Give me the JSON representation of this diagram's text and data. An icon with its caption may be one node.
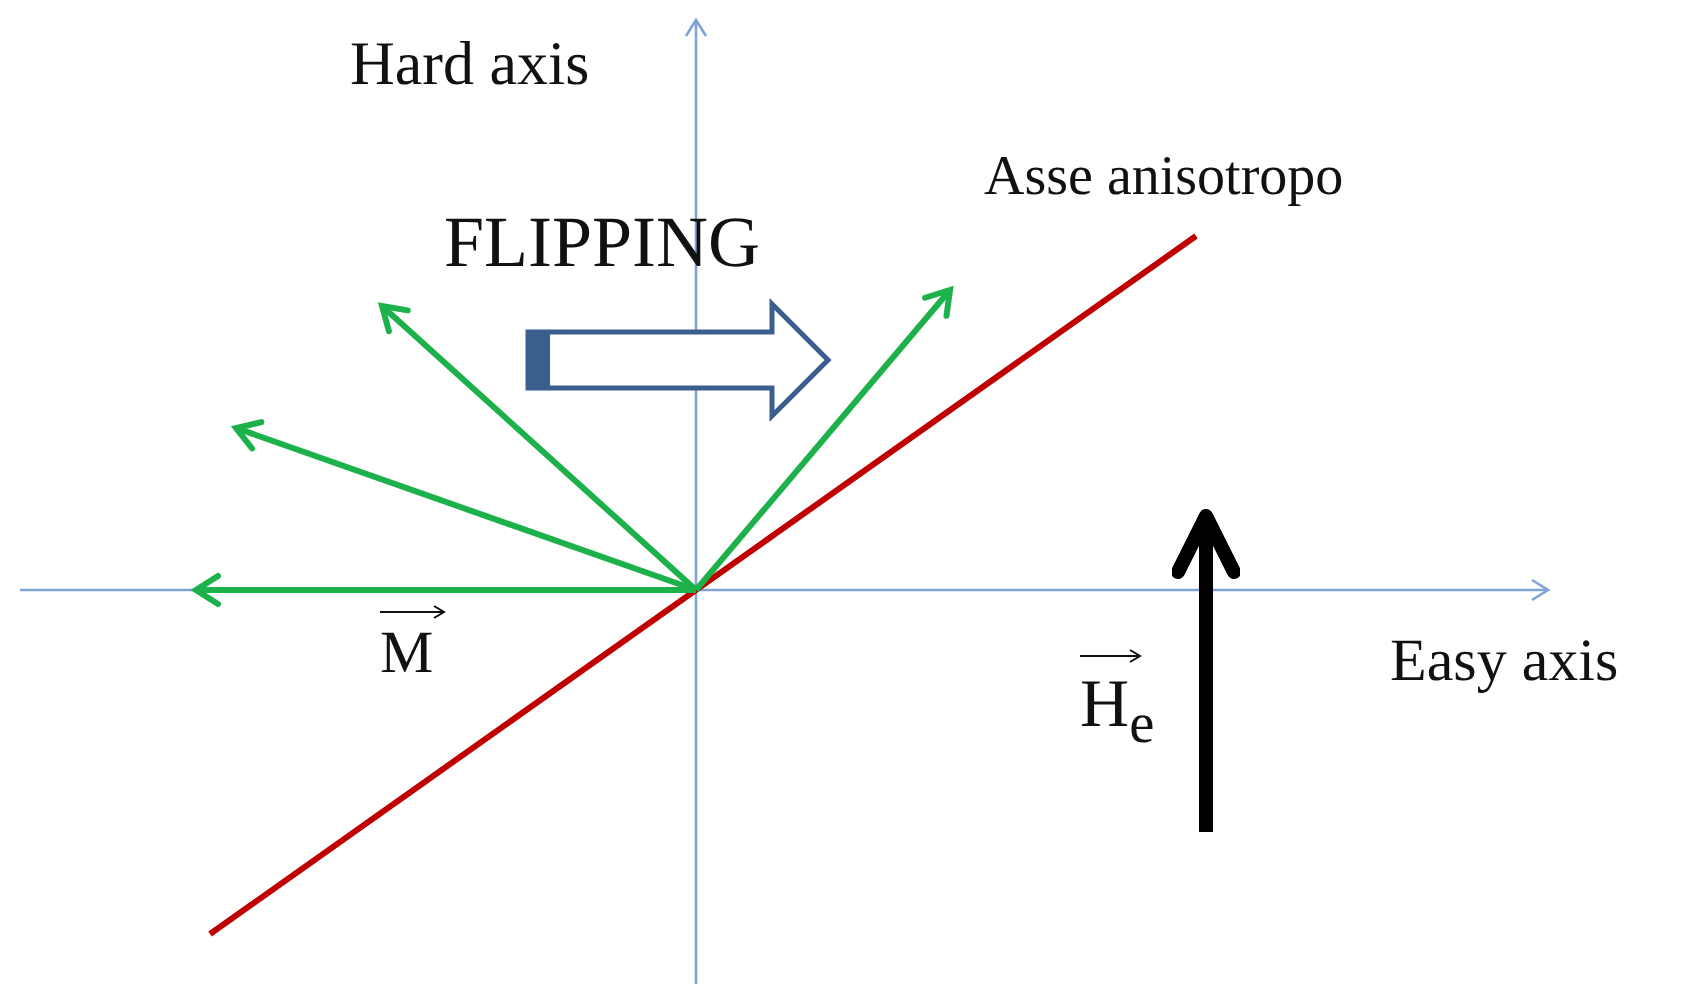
{
  "diagram": {
    "labels": [
      "Hard axis",
      "Asse anisotropo",
      "FLIPPING",
      "M",
      "Easy axis",
      "H$_{e}$"
    ]
  }
}
